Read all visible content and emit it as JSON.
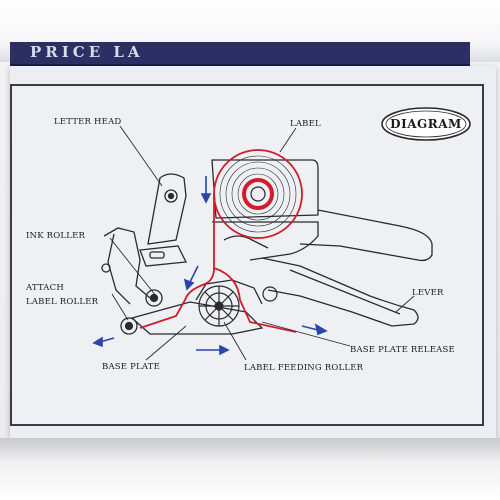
{
  "header": {
    "title_fragment": "PRICE LA"
  },
  "badge": {
    "text": "DIAGRAM"
  },
  "labels": {
    "letter_head": "LETTER HEAD",
    "label": "LABEL",
    "ink_roller": "INK ROLLER",
    "attach_label_roller_line1": "ATTACH",
    "attach_label_roller_line2": "LABEL ROLLER",
    "lever": "LEVER",
    "base_plate_release": "BASE PLATE RELEASE",
    "base_plate": "BASE PLATE",
    "label_feeding_roller": "LABEL FEEDING ROLLER"
  },
  "colors": {
    "label_path": "#d21c2c",
    "arrow_blue": "#2a46a8",
    "line_ink": "#2a2a30",
    "header_band": "#2b2f63"
  }
}
